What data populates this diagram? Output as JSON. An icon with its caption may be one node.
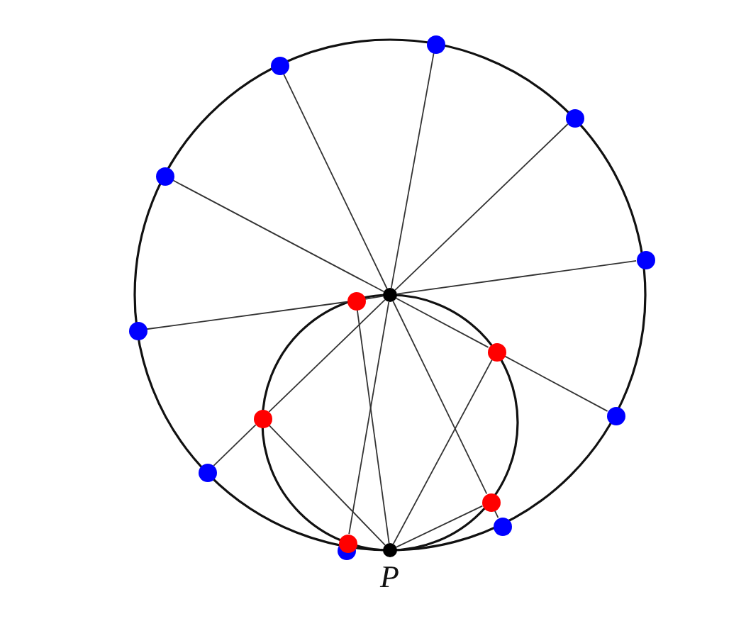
{
  "diagram": {
    "nodes": [
      {
        "text": [],
        "shape": "circle"
      },
      {
        "text": [],
        "shape": "circle"
      },
      {
        "text": [],
        "shape": "circle"
      },
      {
        "text": [],
        "shape": "circle"
      },
      {
        "text": [],
        "shape": "circle"
      },
      {
        "text": [],
        "shape": "circle"
      },
      {
        "text": [],
        "shape": "circle"
      },
      {
        "text": [],
        "shape": "circle"
      },
      {
        "text": [],
        "shape": "circle"
      },
      {
        "text": [],
        "shape": "circle"
      },
      {
        "text": [],
        "shape": "circle"
      },
      {
        "text": [],
        "shape": "circle"
      },
      {
        "text": [],
        "shape": "circle"
      },
      {
        "text": [],
        "shape": "circle"
      },
      {
        "text": [],
        "shape": "circle"
      },
      {
        "text": [],
        "shape": "circle"
      },
      {
        "text": [],
        "shape": "circle",
        "beside": [
          "P"
        ]
      }
    ],
    "edges": [
      {
        "from": 5,
        "to": 0,
        "arrow": "none"
      },
      {
        "from": 5,
        "to": 1,
        "arrow": "none"
      },
      {
        "from": 5,
        "to": 2,
        "arrow": "none"
      },
      {
        "from": 5,
        "to": 3,
        "arrow": "none"
      },
      {
        "from": 5,
        "to": 4,
        "arrow": "none"
      },
      {
        "from": 5,
        "to": 6,
        "arrow": "none"
      },
      {
        "from": 6,
        "to": 7,
        "arrow": "none"
      },
      {
        "from": 5,
        "to": 8,
        "arrow": "none"
      },
      {
        "from": 8,
        "to": 9,
        "arrow": "none"
      },
      {
        "from": 5,
        "to": 10,
        "arrow": "none"
      },
      {
        "from": 10,
        "to": 11,
        "arrow": "none"
      },
      {
        "from": 5,
        "to": 12,
        "arrow": "none"
      },
      {
        "from": 12,
        "to": 13,
        "arrow": "none"
      },
      {
        "from": 5,
        "to": 14,
        "arrow": "none"
      },
      {
        "from": 16,
        "to": 6,
        "arrow": "none"
      },
      {
        "from": 16,
        "to": 8,
        "arrow": "none"
      },
      {
        "from": 16,
        "to": 10,
        "arrow": "none"
      },
      {
        "from": 16,
        "to": 12,
        "arrow": "none"
      }
    ]
  }
}
